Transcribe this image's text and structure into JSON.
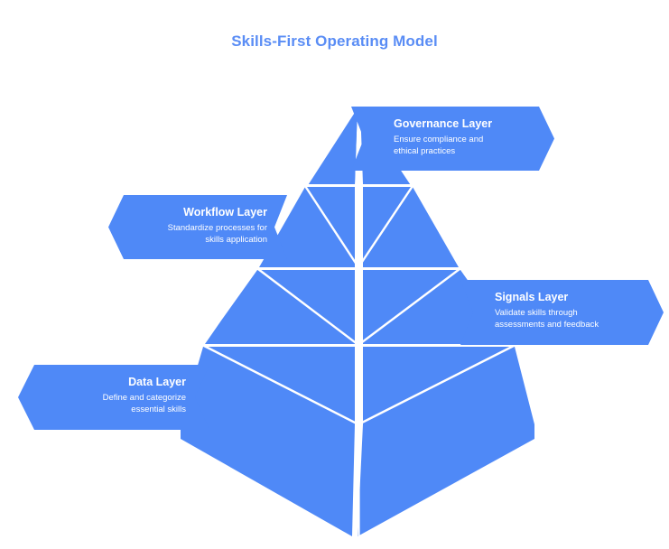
{
  "diagram": {
    "title": "Skills-First Operating Model",
    "title_color": "#5a8df5",
    "shape_color": "#4f89f7",
    "edge_color": "#ffffff",
    "background": "#ffffff",
    "type": "pyramid",
    "tier_count": 4,
    "layers": [
      {
        "id": "governance",
        "tier": 1,
        "position": "top",
        "title": "Governance Layer",
        "description": "Ensure compliance and\nethical practices",
        "description_line1": "Ensure compliance and",
        "description_line2": "ethical practices",
        "callout_side": "right"
      },
      {
        "id": "workflow",
        "tier": 2,
        "position": "second",
        "title": "Workflow Layer",
        "description": "Standardize processes for\nskills application",
        "description_line1": "Standardize processes for",
        "description_line2": "skills application",
        "callout_side": "left"
      },
      {
        "id": "signals",
        "tier": 3,
        "position": "third",
        "title": "Signals Layer",
        "description": "Validate skills through\nassessments and feedback",
        "description_line1": "Validate skills through",
        "description_line2": "assessments and feedback",
        "callout_side": "right"
      },
      {
        "id": "data",
        "tier": 4,
        "position": "base",
        "title": "Data Layer",
        "description": "Define and categorize\nessential skills",
        "description_line1": "Define and categorize",
        "description_line2": "essential skills",
        "callout_side": "left"
      }
    ]
  }
}
